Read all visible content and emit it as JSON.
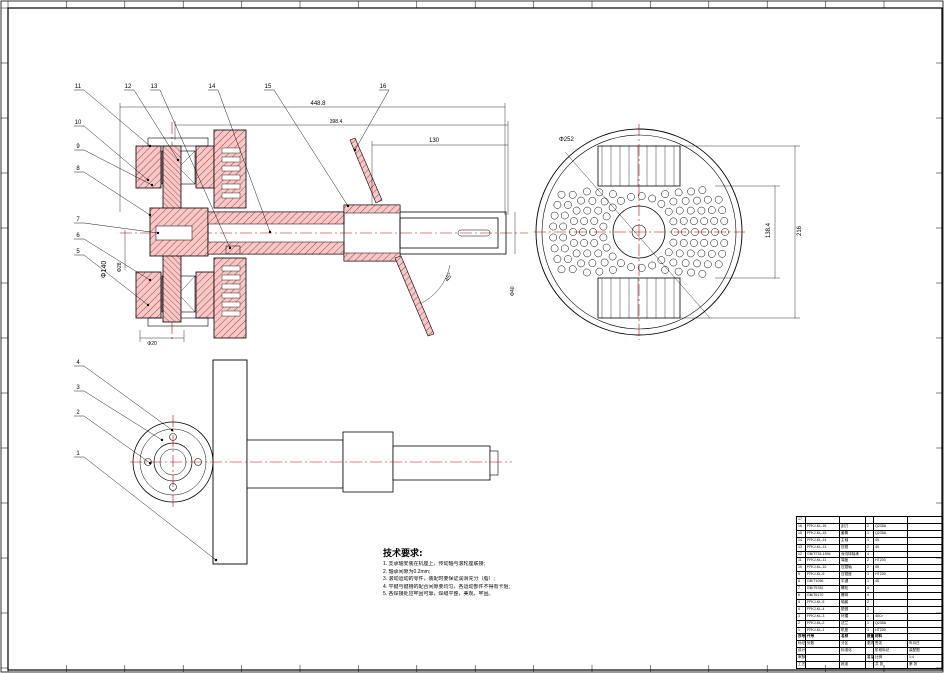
{
  "balloons": [
    "1",
    "2",
    "3",
    "4",
    "5",
    "6",
    "7",
    "8",
    "9",
    "10",
    "11",
    "12",
    "13",
    "14",
    "15",
    "16"
  ],
  "dimensions": {
    "total_length": "448.8",
    "shaft_length": "398.4",
    "sleeve_length": "130",
    "angle": "45°",
    "flange_dia": "Φ140",
    "hub_dia": "Φ28",
    "bore_dia": "Φ20",
    "shaft_dia": "Φ40",
    "die_dia": "Φ252",
    "height_outer": "216",
    "height_inner": "138.4"
  },
  "notes": {
    "title": "技术要求:",
    "items": [
      "1. 支承轴安装在机座上，传动轴与滚轮座联接;",
      "2. 轴承间隙为0.2mm;",
      "3. 滚动运动的零件，装配时要保证润滑充分（脂）;",
      "4. 平键与键槽的配合间隙要均匀，各运动部件不得有卡阻;",
      "5. 各焊接处应牢固可靠，焊缝平整，美观，牢固。"
    ]
  },
  "title_block": {
    "bom": [
      {
        "no": "17",
        "code": "",
        "name": "",
        "qty": "",
        "mat": ""
      },
      {
        "no": "16",
        "code": "FFKJ-KL-16",
        "name": "刮刀",
        "qty": "2",
        "mat": "Q235A"
      },
      {
        "no": "15",
        "code": "FFKJ-KL-15",
        "name": "套筒",
        "qty": "1",
        "mat": "Q235A"
      },
      {
        "no": "14",
        "code": "FFKJ-KL-14",
        "name": "主轴",
        "qty": "1",
        "mat": "45"
      },
      {
        "no": "13",
        "code": "FFKJ-KL-13",
        "name": "压辊",
        "qty": "2",
        "mat": "45"
      },
      {
        "no": "12",
        "code": "GB/T276-1994",
        "name": "深沟球轴承",
        "qty": "4",
        "mat": ""
      },
      {
        "no": "11",
        "code": "FFKJ-KL-11",
        "name": "端盖",
        "qty": "2",
        "mat": "HT200"
      },
      {
        "no": "10",
        "code": "FFKJ-KL-10",
        "name": "压辊轴",
        "qty": "2",
        "mat": "45"
      },
      {
        "no": "9",
        "code": "FFKJ-KL-9",
        "name": "压辊座",
        "qty": "1",
        "mat": "HT200"
      },
      {
        "no": "8",
        "code": "GB/T1096",
        "name": "平键",
        "qty": "1",
        "mat": "45"
      },
      {
        "no": "7",
        "code": "GB/T5782",
        "name": "螺栓",
        "qty": "4",
        "mat": ""
      },
      {
        "no": "6",
        "code": "GB/T6170",
        "name": "螺母",
        "qty": "4",
        "mat": ""
      },
      {
        "no": "5",
        "code": "FFKJ-KL-5",
        "name": "轴套",
        "qty": "2",
        "mat": ""
      },
      {
        "no": "4",
        "code": "FFKJ-KL-4",
        "name": "垫圈",
        "qty": "2",
        "mat": ""
      },
      {
        "no": "3",
        "code": "FFKJ-KL-3",
        "name": "环模",
        "qty": "1",
        "mat": "40Cr"
      },
      {
        "no": "2",
        "code": "FFKJ-KL-2",
        "name": "法兰",
        "qty": "1",
        "mat": "Q235A"
      },
      {
        "no": "1",
        "code": "FFKJ-KL-1",
        "name": "机座",
        "qty": "1",
        "mat": "HT200"
      }
    ],
    "header": {
      "no": "序号",
      "code": "代号",
      "name": "名称",
      "qty": "数量",
      "mat": "材料"
    },
    "labels": [
      "标记",
      "处数",
      "分区",
      "更改文件号",
      "签名",
      "年月日",
      "设计",
      "标准化",
      "审核",
      "工艺",
      "批准",
      "阶段标记",
      "重量",
      "比例",
      "共 张",
      "第 张"
    ],
    "scale": "1:4",
    "drawing_name": "装配图"
  },
  "colors": {
    "section_fill": "#f2c4c4",
    "hatch": "#cc2a2a",
    "centerline": "#cc0000",
    "line": "#000000"
  }
}
